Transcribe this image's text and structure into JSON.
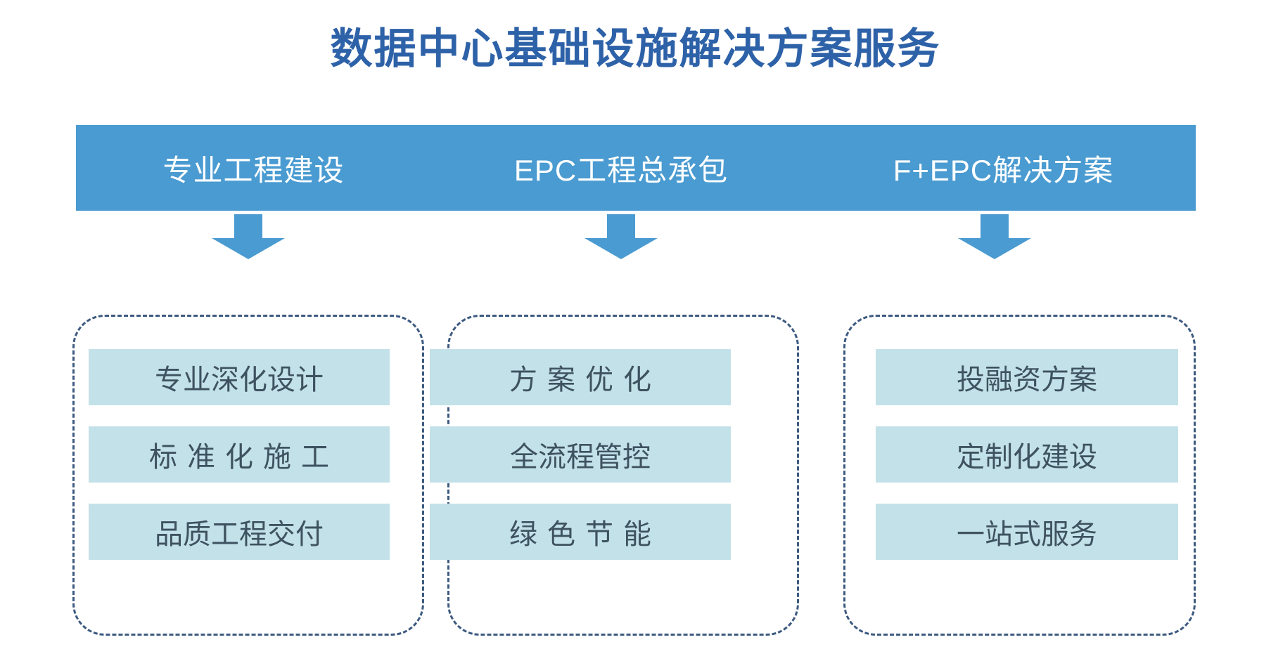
{
  "page": {
    "title": "数据中心基础设施解决方案服务",
    "background_color": "#ffffff"
  },
  "colors": {
    "title_blue": "#2e62a8",
    "header_blue": "#4a9bd1",
    "arrow_blue": "#4a9bd1",
    "chip_light_blue": "#c3e1e8",
    "chip_text": "#3e5260",
    "dashed_border": "#3d5a80",
    "header_text": "#ffffff"
  },
  "columns": [
    {
      "header": "专业工程建设",
      "arrow": "down-arrow-icon",
      "items": [
        {
          "label": "专业深化设计",
          "spaced": false
        },
        {
          "label": "标准化施工",
          "spaced": true
        },
        {
          "label": "品质工程交付",
          "spaced": false
        }
      ]
    },
    {
      "header": "EPC工程总承包",
      "arrow": "down-arrow-icon",
      "items": [
        {
          "label": "方案优化",
          "spaced": true
        },
        {
          "label": "全流程管控",
          "spaced": false
        },
        {
          "label": "绿色节能",
          "spaced": true
        }
      ]
    },
    {
      "header": "F+EPC解决方案",
      "arrow": "down-arrow-icon",
      "items": [
        {
          "label": "投融资方案",
          "spaced": false
        },
        {
          "label": "定制化建设",
          "spaced": false
        },
        {
          "label": "一站式服务",
          "spaced": false
        }
      ]
    }
  ]
}
